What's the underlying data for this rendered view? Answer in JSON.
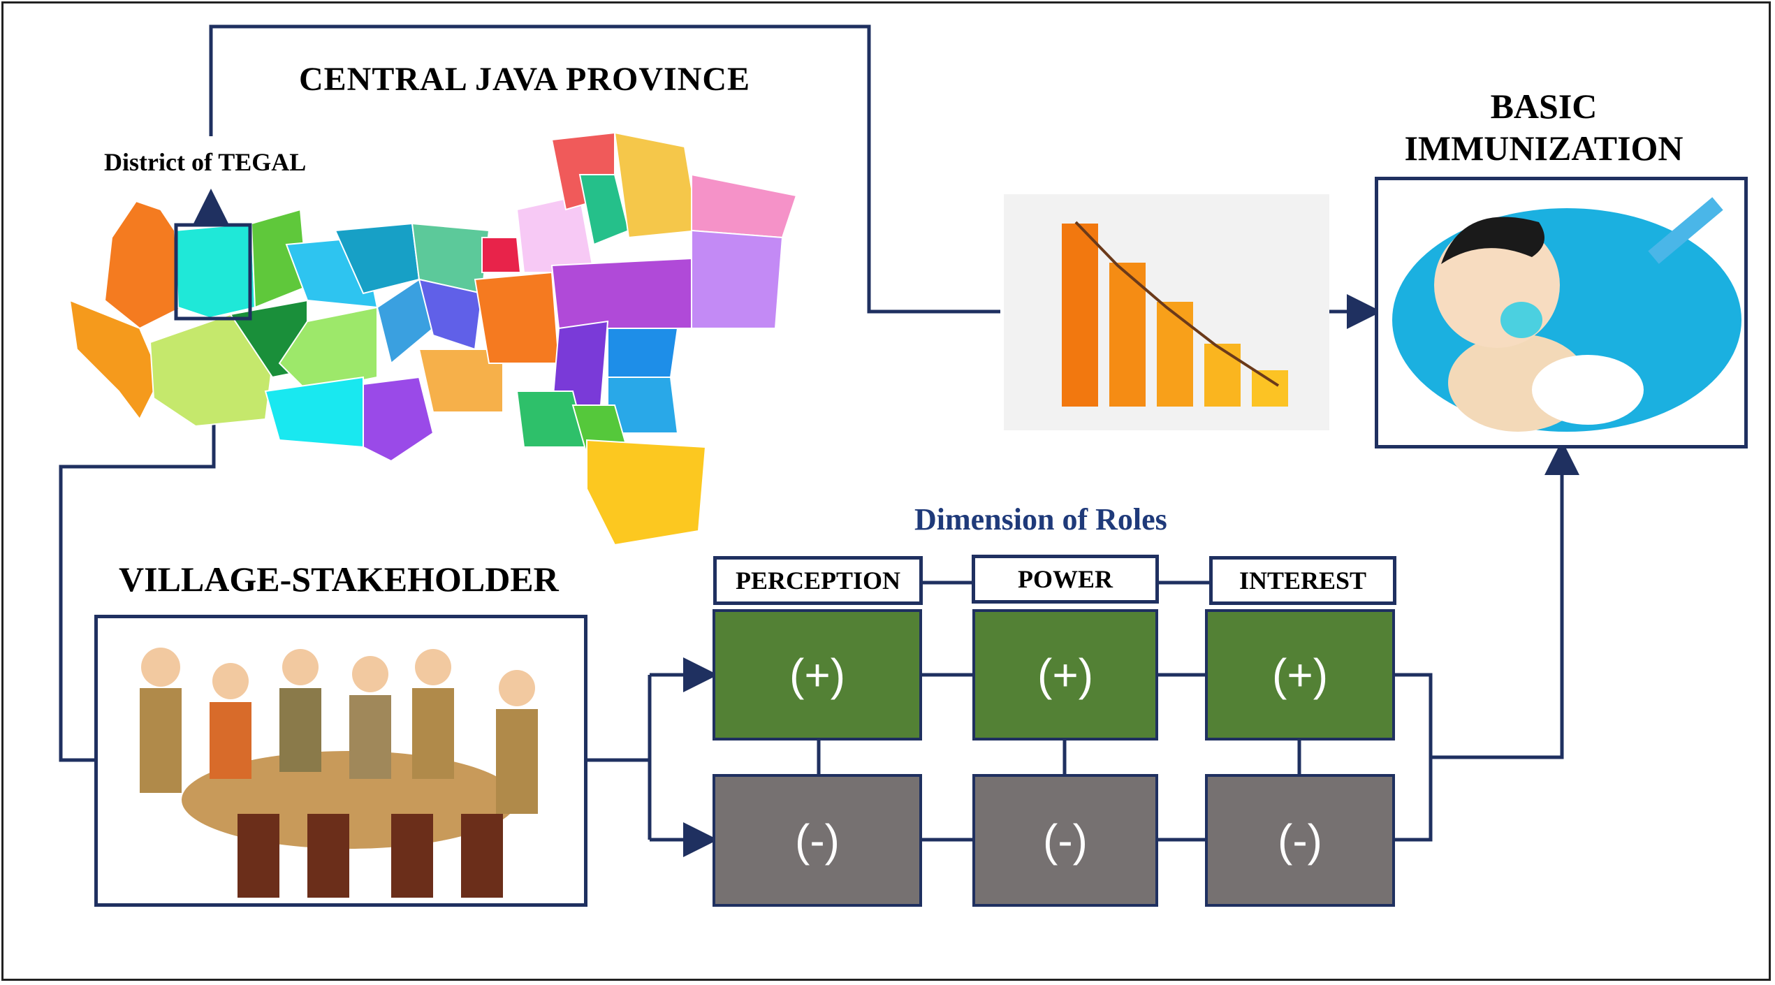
{
  "titles": {
    "province": "CENTRAL JAVA PROVINCE",
    "district": "District of TEGAL",
    "basic_immunization": "BASIC IMMUNIZATION",
    "village_stakeholder": "VILLAGE-STAKEHOLDER",
    "dimension_of_roles": "Dimension of Roles"
  },
  "dimensions": [
    {
      "label": "PERCEPTION",
      "positive": "(+)",
      "negative": "(-)"
    },
    {
      "label": "POWER",
      "positive": "(+)",
      "negative": "(-)"
    },
    {
      "label": "INTEREST",
      "positive": "(+)",
      "negative": "(-)"
    }
  ],
  "colors": {
    "connector": "#1f3060",
    "positive": "#538135",
    "negative": "#767171",
    "heading_blue": "#1f3a7a"
  },
  "icons": [
    "map-icon",
    "declining-bar-chart-icon",
    "baby-vaccine-icon",
    "stakeholder-meeting-icon"
  ]
}
